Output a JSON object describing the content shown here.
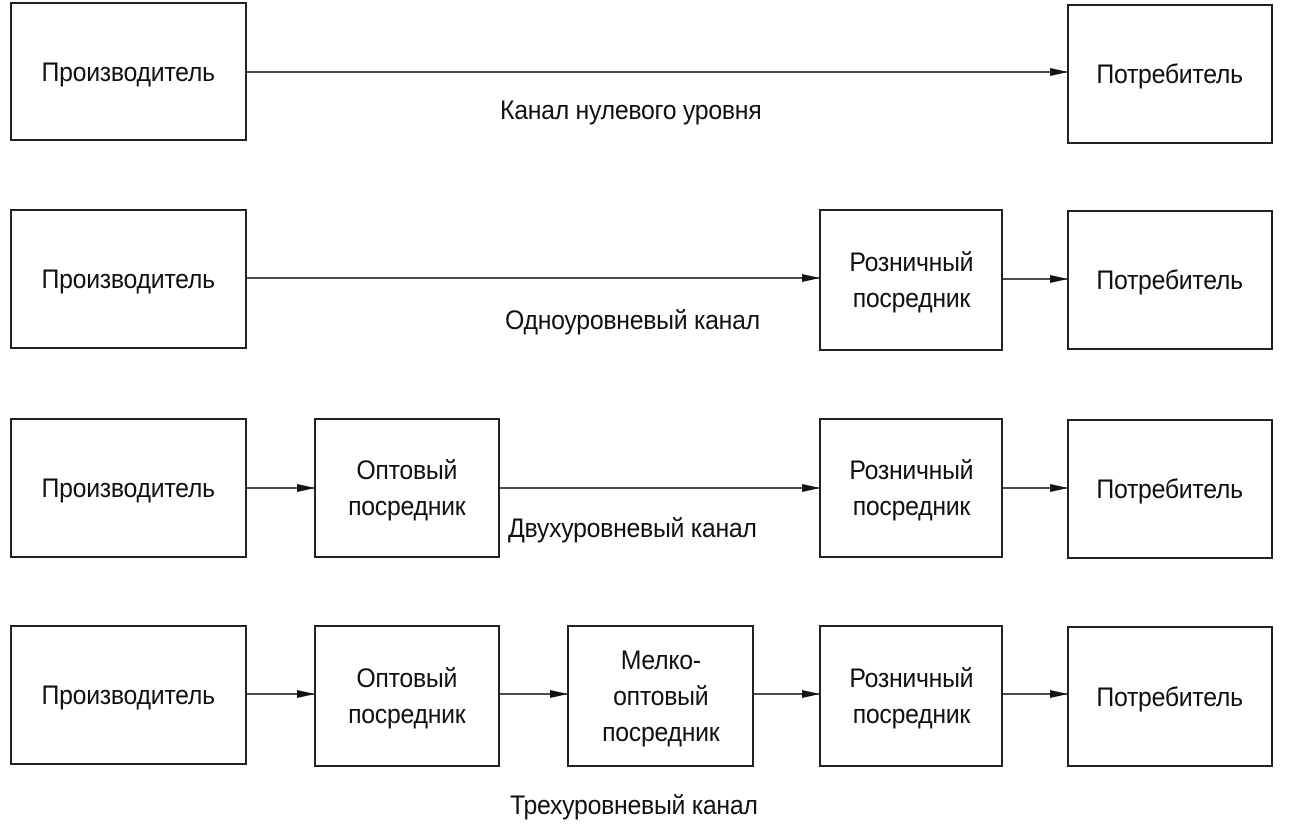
{
  "rows": [
    {
      "id": "zero-level",
      "caption": "Канал нулевого уровня",
      "nodes": [
        {
          "id": "producer",
          "label": "Производитель"
        },
        {
          "id": "consumer",
          "label": "Потребитель"
        }
      ]
    },
    {
      "id": "one-level",
      "caption": "Одноуровневый канал",
      "nodes": [
        {
          "id": "producer",
          "label": "Производитель"
        },
        {
          "id": "retail",
          "label": "Розничный\nпосредник"
        },
        {
          "id": "consumer",
          "label": "Потребитель"
        }
      ]
    },
    {
      "id": "two-level",
      "caption": "Двухуровневый канал",
      "nodes": [
        {
          "id": "producer",
          "label": "Производитель"
        },
        {
          "id": "wholesale",
          "label": "Оптовый\nпосредник"
        },
        {
          "id": "retail",
          "label": "Розничный\nпосредник"
        },
        {
          "id": "consumer",
          "label": "Потребитель"
        }
      ]
    },
    {
      "id": "three-level",
      "caption": "Трехуровневый канал",
      "nodes": [
        {
          "id": "producer",
          "label": "Производитель"
        },
        {
          "id": "wholesale",
          "label": "Оптовый\nпосредник"
        },
        {
          "id": "small-wholesale",
          "label": "Мелко-\nоптовый\nпосредник"
        },
        {
          "id": "retail",
          "label": "Розничный\nпосредник"
        },
        {
          "id": "consumer",
          "label": "Потребитель"
        }
      ]
    }
  ]
}
